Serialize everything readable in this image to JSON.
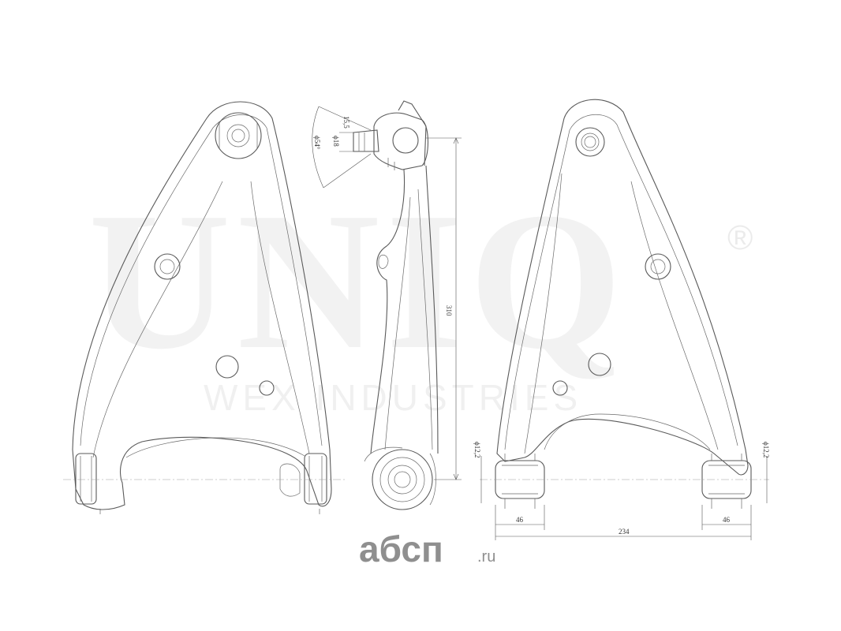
{
  "watermark": {
    "brand": "UNIQ",
    "registered": "®",
    "subtitle": "WEX INDUSTRIES"
  },
  "site_logo": {
    "name": "абсп",
    "domain": ".ru"
  },
  "dimensions": {
    "height": "310",
    "width": "234",
    "bushing_left": "46",
    "bushing_right": "46",
    "bore_left": "ϕ12,2",
    "bore_right": "ϕ12,2",
    "ball_offset": "15,5",
    "ball_diameter": "ϕ18",
    "ball_outer": "ϕ54°"
  }
}
